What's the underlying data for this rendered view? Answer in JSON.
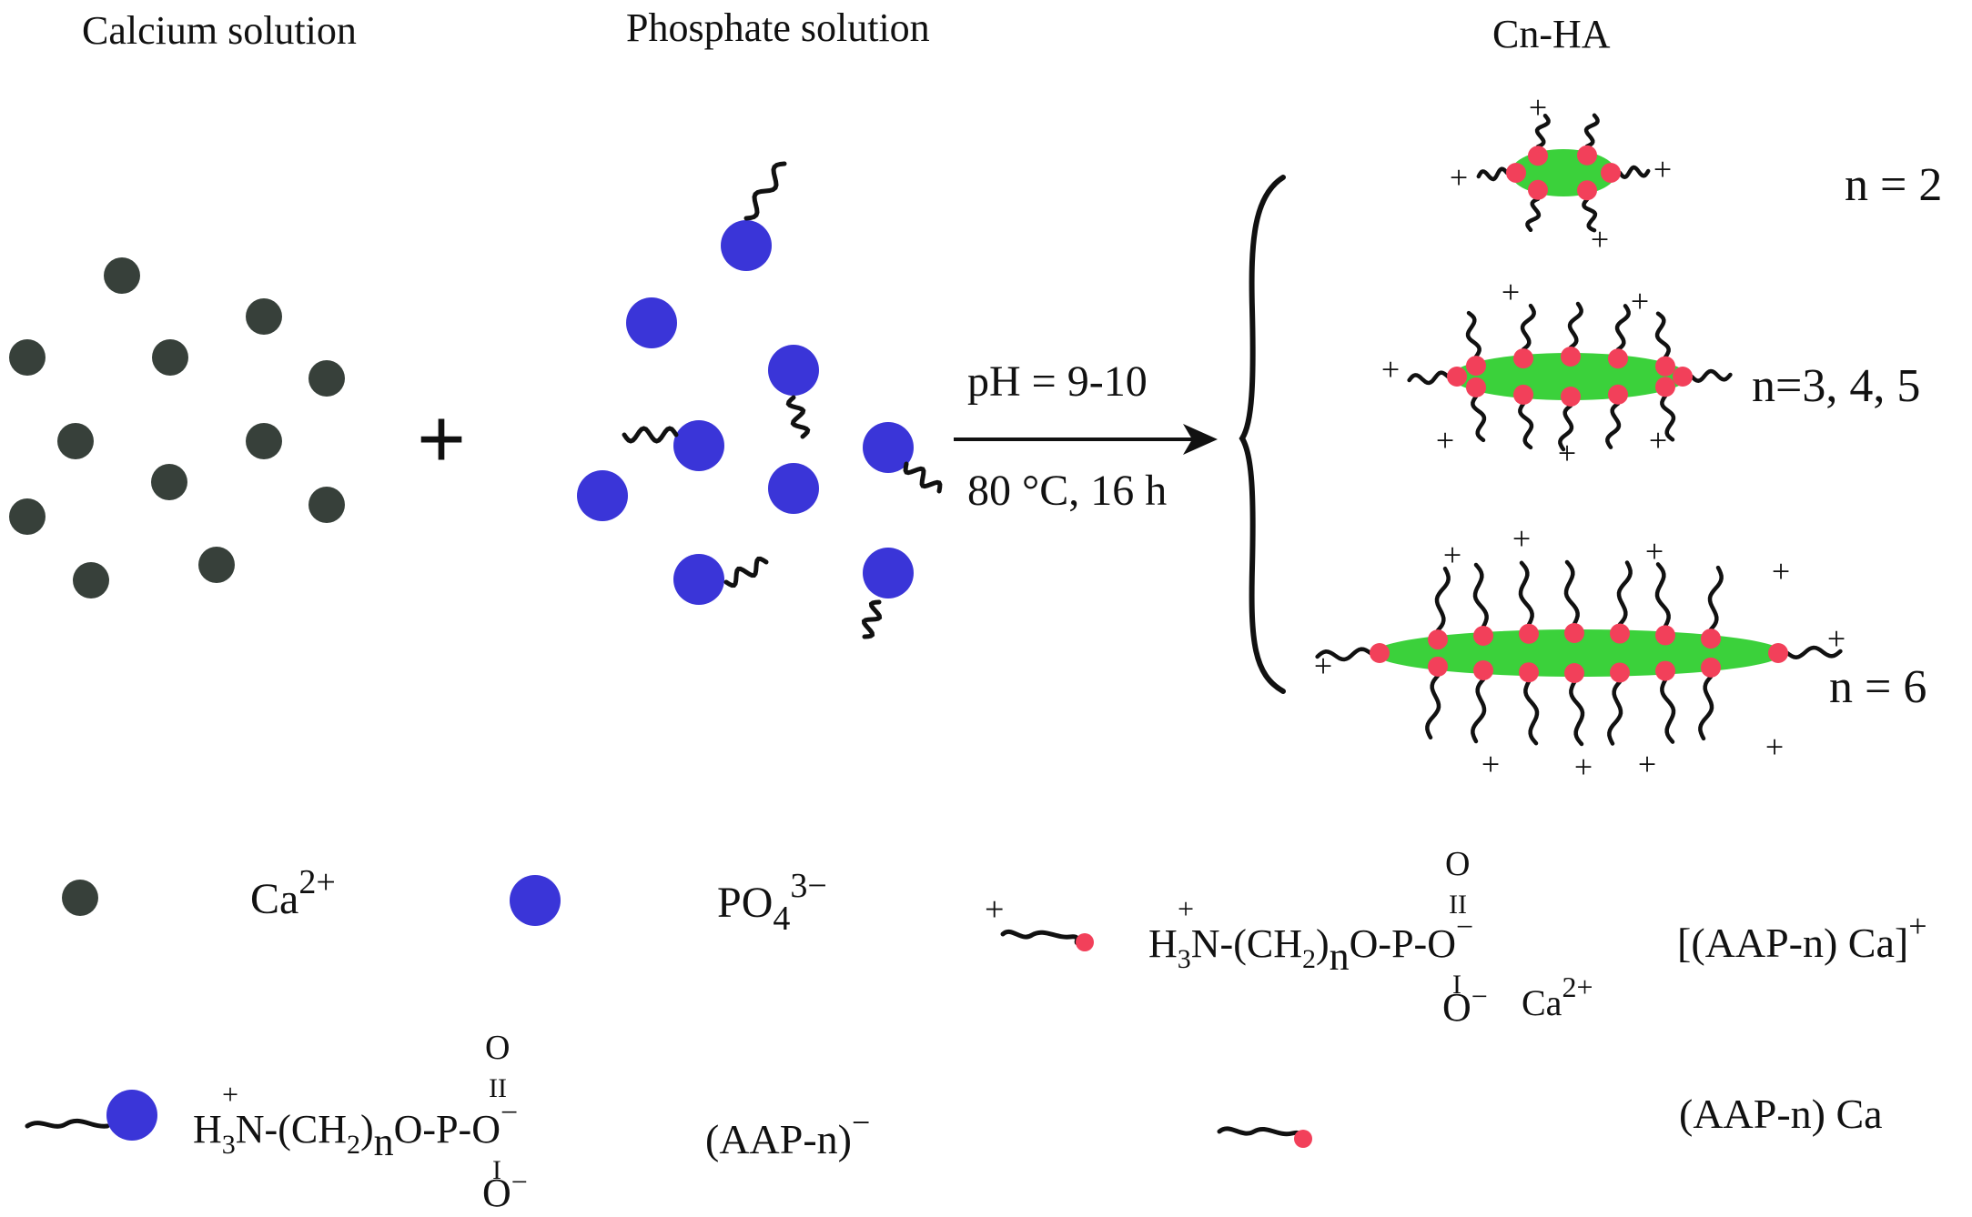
{
  "headings": {
    "calcium": "Calcium solution",
    "phosphate": "Phosphate solution",
    "product": "Cn-HA"
  },
  "plus_sign": "+",
  "conditions": {
    "ph": "pH = 9-10",
    "temp_time": "80 °C, 16 h"
  },
  "variants": [
    {
      "label": "n = 2"
    },
    {
      "label": "n=3, 4, 5"
    },
    {
      "label": "n = 6"
    }
  ],
  "charge": "+",
  "legend": {
    "ca_ion": {
      "base": "Ca",
      "sup": "2+"
    },
    "phosphate_ion": {
      "base": "PO",
      "sub": "4",
      "sup": "3−"
    },
    "aap_ca_complex_label": "[(AAP-n) Ca]",
    "aap_ca_complex_charge": "+",
    "aap_ca_label": "(AAP-n) Ca",
    "aap_anion_label": "(AAP-n)",
    "aap_anion_charge": "−",
    "formula": {
      "h": "H",
      "h_sub": "3",
      "n_plus": "+",
      "amine_chain": "N-(CH",
      "ch2_sub": "2",
      "close": ")",
      "n": "n",
      "tail": "O-P-O",
      "oxygen": "O",
      "double_bond": "II",
      "single_bond": "I",
      "minus": "−",
      "ca": "Ca",
      "ca_charge": "2+"
    }
  },
  "colors": {
    "calcium": "#37403a",
    "phosphate": "#3a35d8",
    "ha_crystal": "#3bd13b",
    "surface_site": "#f2405a",
    "chain": "#111111"
  }
}
